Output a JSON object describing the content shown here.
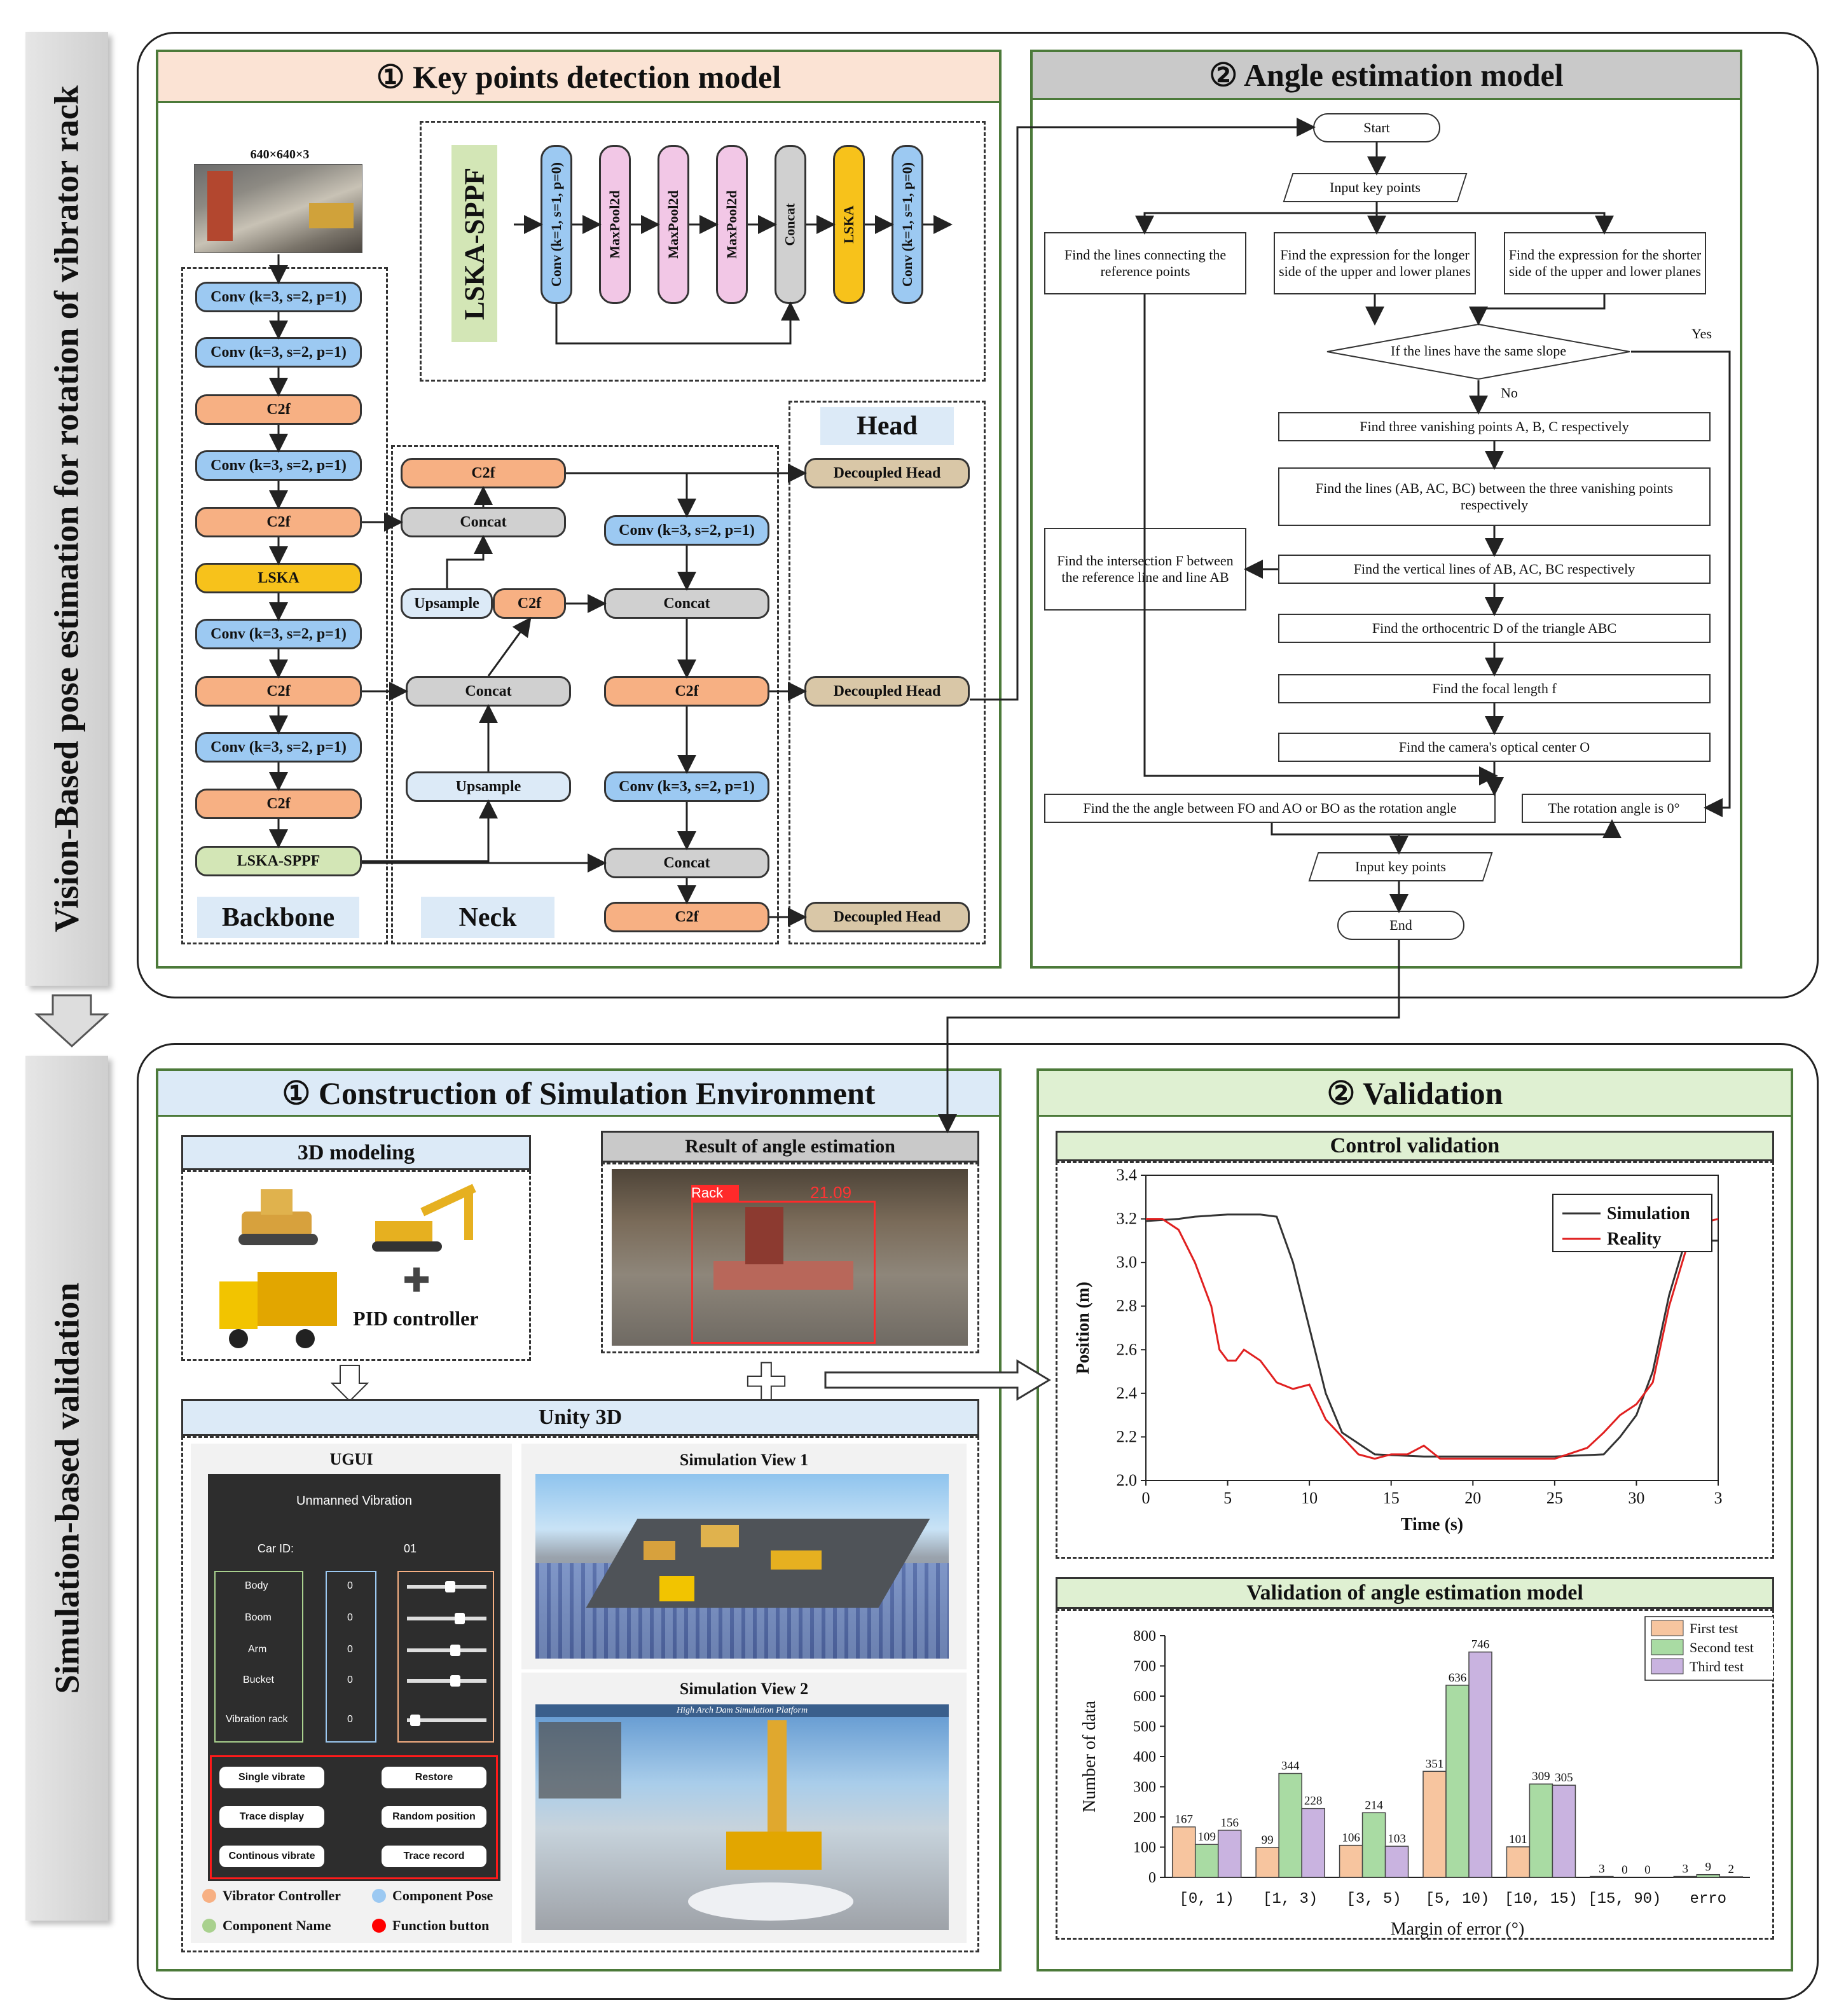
{
  "top_side_label": "Vision-Based pose estimation for rotation of vibrator rack",
  "bottom_side_label": "Simulation-based validation",
  "kpd": {
    "title": "① Key points detection model",
    "input_size": "640×640×3",
    "backbone": [
      "Conv (k=3, s=2, p=1)",
      "Conv (k=3, s=2, p=1)",
      "C2f",
      "Conv (k=3, s=2, p=1)",
      "C2f",
      "LSKA",
      "Conv (k=3, s=2, p=1)",
      "C2f",
      "Conv (k=3, s=2, p=1)",
      "C2f",
      "LSKA-SPPF"
    ],
    "backbone_label": "Backbone",
    "neck_label": "Neck",
    "head_label": "Head",
    "sppf_title": "LSKA-SPPF",
    "sppf_blocks": [
      "Conv (k=1, s=1, p=0)",
      "MaxPool2d",
      "MaxPool2d",
      "MaxPool2d",
      "Concat",
      "LSKA",
      "Conv (k=1, s=1, p=0)"
    ],
    "neck": {
      "c2f_top": "C2f",
      "concat1": "Concat",
      "upsample1": "Upsample",
      "c2f_mid": "C2f",
      "concat2": "Concat",
      "upsample2": "Upsample",
      "conv_r1": "Conv (k=3, s=2, p=1)",
      "concat_r1": "Concat",
      "c2f_r1": "C2f",
      "conv_r2": "Conv (k=3, s=2, p=1)",
      "concat_r2": "Concat",
      "c2f_r2": "C2f"
    },
    "heads": [
      "Decoupled Head",
      "Decoupled Head",
      "Decoupled Head"
    ]
  },
  "angle": {
    "title": "② Angle estimation model",
    "start": "Start",
    "input1": "Input key points",
    "left1": "Find the lines connecting the reference points",
    "mid1": "Find the expression for the longer side of the upper and lower planes",
    "right1": "Find the expression for the shorter side of the upper and lower planes",
    "decision": "If the lines have the same slope",
    "yes": "Yes",
    "no": "No",
    "steps": [
      "Find three vanishing points A, B, C respectively",
      "Find the lines (AB, AC, BC) between the three vanishing points respectively",
      "Find  the vertical lines of AB, AC, BC respectively",
      "Find the orthocentric D of the triangle ABC",
      "Find the focal length f",
      "Find the camera's optical center O"
    ],
    "intersection": "Find the intersection F between the reference  line and line AB",
    "rot_angle": "Find the the angle between FO and AO or BO as the rotation angle",
    "zero": "The rotation angle is 0°",
    "input2": "Input key points",
    "end": "End"
  },
  "sim": {
    "title": "① Construction of Simulation Environment",
    "modeling": "3D modeling",
    "pid": "PID controller",
    "result": "Result of angle estimation",
    "det_label": "Rack",
    "det_value": "21.09",
    "unity": "Unity 3D",
    "ugui": "UGUI",
    "view1": "Simulation View 1",
    "view2": "Simulation View 2",
    "ui_title": "Unmanned Vibration",
    "car_id_label": "Car ID:",
    "car_id": "01",
    "components": [
      "Body",
      "Boom",
      "Arm",
      "Bucket",
      "Vibration rack"
    ],
    "component_values": [
      "0",
      "0",
      "0",
      "0",
      "0"
    ],
    "buttons": [
      "Single vibrate",
      "Restore",
      "Trace display",
      "Random position",
      "Continous vibrate",
      "Trace record"
    ],
    "legend": [
      "Vibrator Controller",
      "Component Pose",
      "Component Name",
      "Function button"
    ],
    "legend_colors": [
      "#f7b083",
      "#9cc9f2",
      "#a9d18e",
      "#ff0000"
    ],
    "view2_banner": "High Arch Dam Simulation Platform"
  },
  "validation": {
    "title": "② Validation",
    "control_title": "Control validation",
    "angle_title": "Validation of angle estimation model"
  },
  "chart_data": [
    {
      "type": "line",
      "title": "Control validation",
      "xlabel": "Time (s)",
      "ylabel": "Position (m)",
      "xlim": [
        0,
        35
      ],
      "ylim": [
        2.0,
        3.4
      ],
      "x_ticks": [
        "0",
        "5",
        "10",
        "15",
        "20",
        "25",
        "30",
        "3"
      ],
      "y_ticks": [
        "2.0",
        "2.2",
        "2.4",
        "2.6",
        "2.8",
        "3.0",
        "3.2",
        "3.4"
      ],
      "legend": "top-right",
      "series": [
        {
          "name": "Simulation",
          "color": "#333333",
          "x": [
            0,
            2,
            3,
            5,
            7,
            8,
            9,
            10,
            11,
            12,
            14,
            17,
            20,
            25,
            28,
            29,
            30,
            31,
            32,
            33,
            34,
            35
          ],
          "y": [
            3.19,
            3.2,
            3.21,
            3.22,
            3.22,
            3.21,
            3.0,
            2.7,
            2.4,
            2.22,
            2.12,
            2.11,
            2.11,
            2.11,
            2.12,
            2.2,
            2.3,
            2.5,
            2.85,
            3.1,
            3.1,
            3.1
          ]
        },
        {
          "name": "Reality",
          "color": "#e02020",
          "x": [
            0,
            1,
            2,
            3,
            4,
            4.5,
            5,
            5.5,
            6,
            7,
            8,
            9,
            10,
            11,
            12,
            13,
            14,
            15,
            16,
            17,
            18,
            20,
            25,
            27,
            28,
            29,
            30,
            31,
            32,
            33,
            34,
            35
          ],
          "y": [
            3.2,
            3.2,
            3.15,
            3.0,
            2.8,
            2.6,
            2.55,
            2.55,
            2.6,
            2.55,
            2.45,
            2.42,
            2.44,
            2.28,
            2.2,
            2.12,
            2.1,
            2.12,
            2.12,
            2.16,
            2.1,
            2.1,
            2.1,
            2.15,
            2.22,
            2.3,
            2.35,
            2.45,
            2.8,
            3.05,
            3.18,
            3.2
          ]
        }
      ]
    },
    {
      "type": "bar",
      "title": "Validation of angle estimation model",
      "xlabel": "Margin of error (°)",
      "ylabel": "Number of data",
      "ylim": [
        0,
        800
      ],
      "y_ticks": [
        "0",
        "100",
        "200",
        "300",
        "400",
        "500",
        "600",
        "700",
        "800"
      ],
      "categories": [
        "[0, 1)",
        "[1, 3)",
        "[3, 5)",
        "[5, 10)",
        "[10, 15)",
        "[15, 90)",
        "erro"
      ],
      "legend": "top-right",
      "series": [
        {
          "name": "First test",
          "color": "#f7c59f",
          "values": [
            167,
            99,
            106,
            351,
            101,
            3,
            3
          ]
        },
        {
          "name": "Second test",
          "color": "#a9dba3",
          "values": [
            109,
            344,
            214,
            636,
            309,
            0,
            9
          ]
        },
        {
          "name": "Third test",
          "color": "#c9b3e0",
          "values": [
            156,
            228,
            103,
            746,
            305,
            0,
            2
          ]
        }
      ]
    }
  ]
}
